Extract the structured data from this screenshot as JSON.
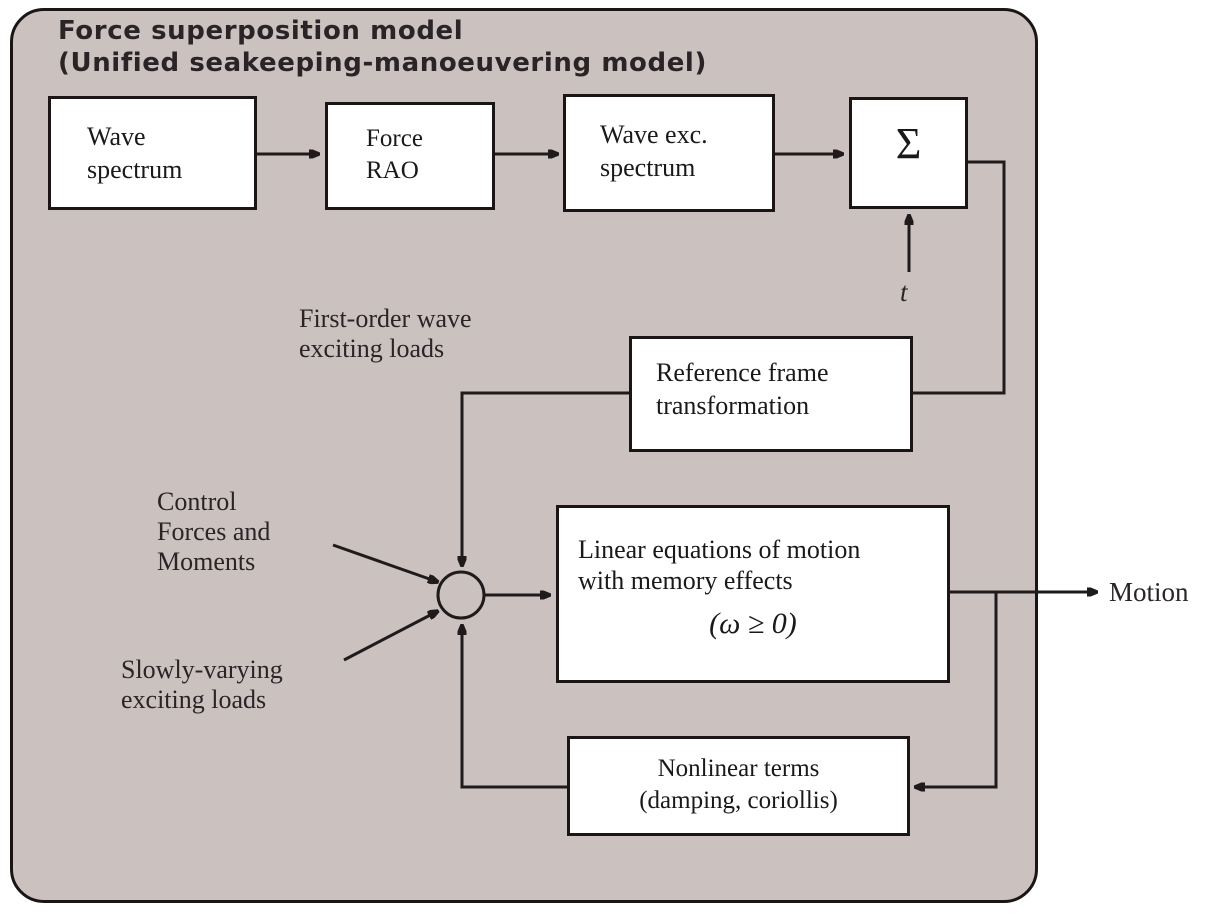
{
  "panel": {
    "title": "Force superposition model\n(Unified seakeeping-manoeuvering model)",
    "background_color": "#cbc2c0",
    "border_color": "#1b1516",
    "box_fill_color": "#ffffff"
  },
  "boxes": {
    "wave_spectrum": "Wave\nspectrum",
    "force_rao": "Force\nRAO",
    "wave_exc_spectrum": "Wave exc.\nspectrum",
    "summation": "Σ",
    "reference_frame": "Reference frame\ntransformation",
    "linear_equations_line1": "Linear equations of motion",
    "linear_equations_line2": "with memory effects",
    "linear_equations_condition": "(ω ≥ 0)",
    "nonlinear_terms": "Nonlinear terms\n(damping, coriollis)"
  },
  "labels": {
    "time_input": "t",
    "first_order": "First-order wave\nexciting loads",
    "control_forces": "Control\nForces and\nMoments",
    "slowly_varying": "Slowly-varying\nexciting loads",
    "motion_output": "Motion"
  }
}
